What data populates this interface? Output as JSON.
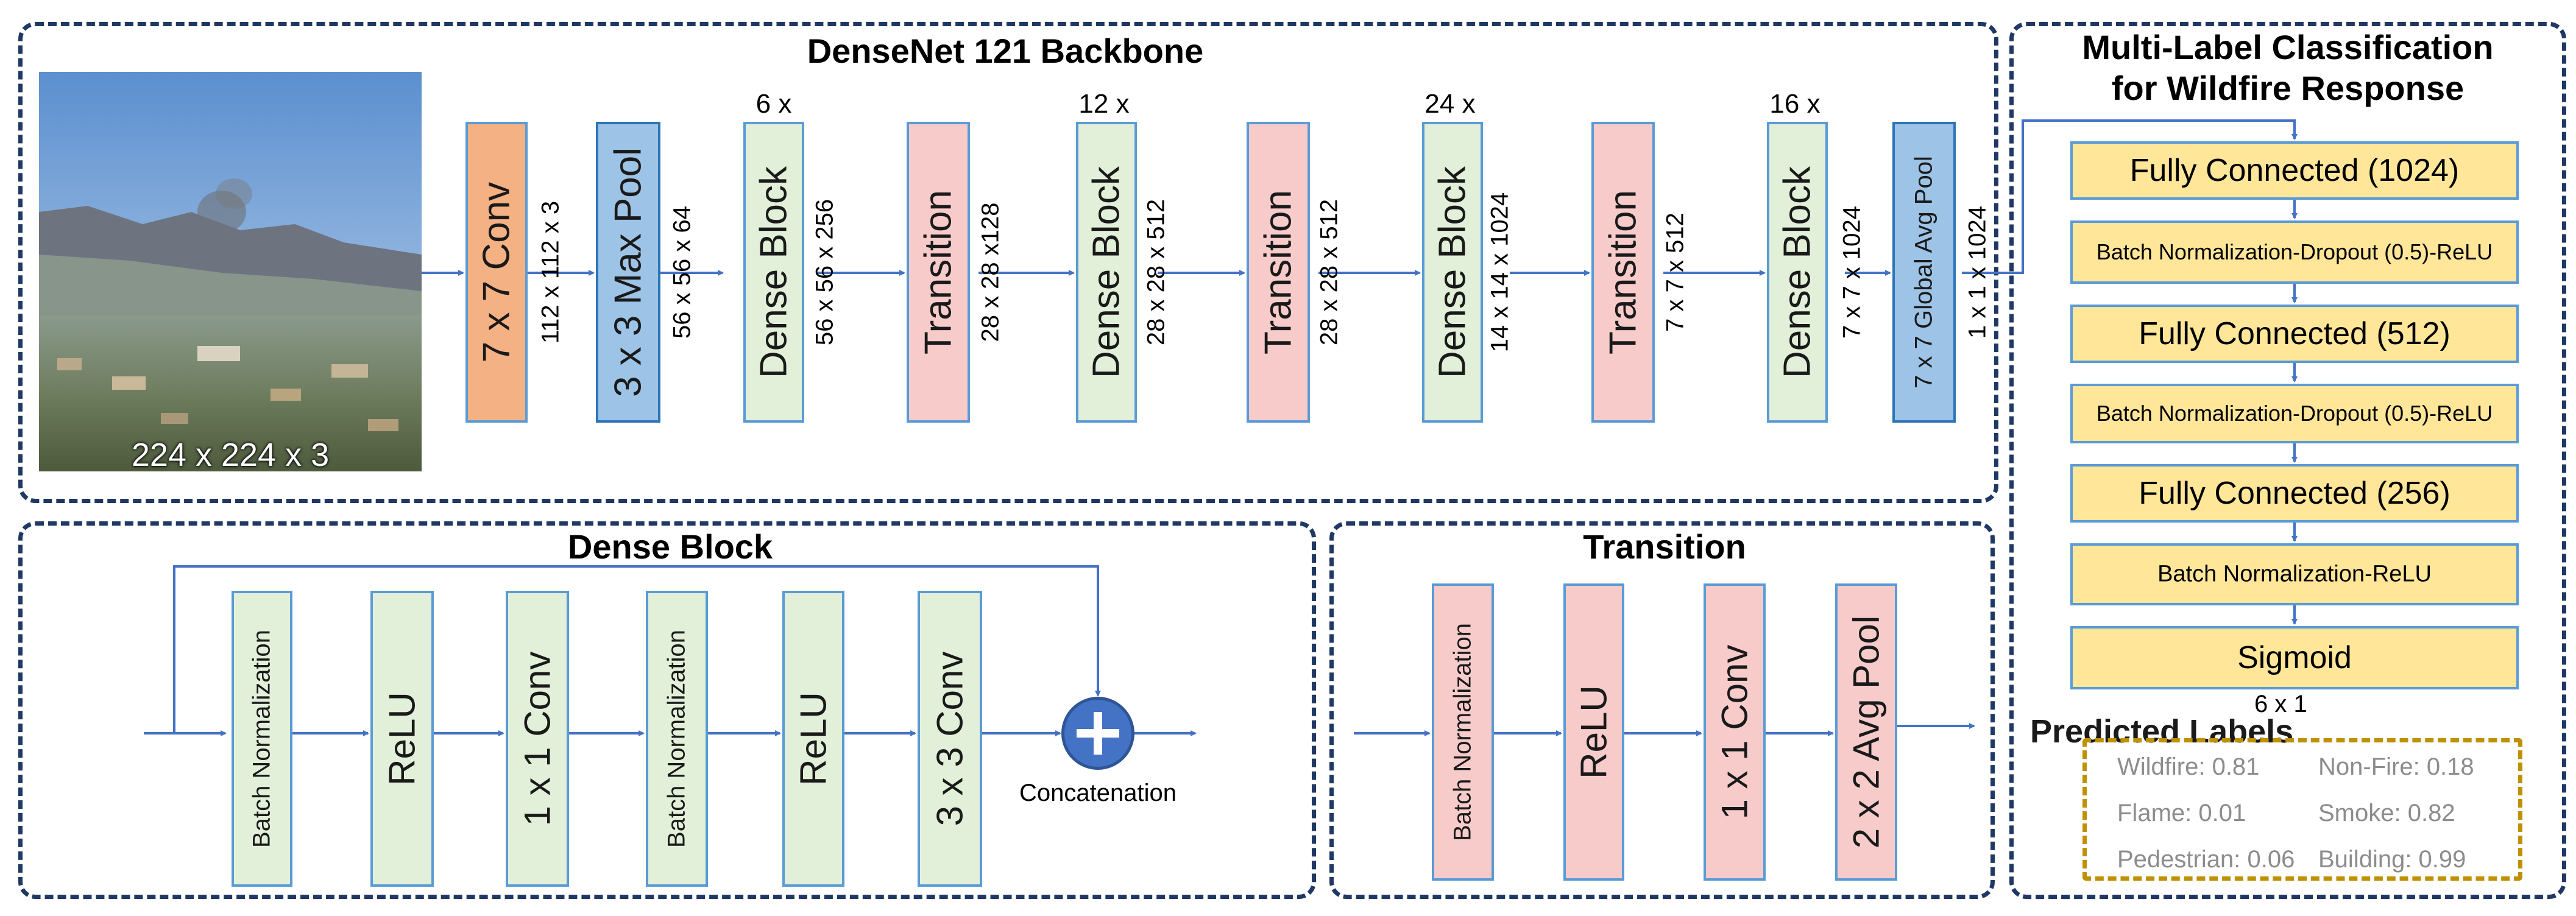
{
  "backbone": {
    "title": "DenseNet 121 Backbone",
    "input_dim": "224 x 224 x 3",
    "blocks": [
      {
        "label": "7 x 7 Conv",
        "dim": "112 x 112 x 3"
      },
      {
        "label": "3 x 3 Max Pool",
        "dim": "56 x 56 x 64"
      },
      {
        "label": "Dense Block",
        "dim": "56 x 56 x 256",
        "mult": "6 x"
      },
      {
        "label": "Transition",
        "dim": "28 x 28 x128"
      },
      {
        "label": "Dense Block",
        "dim": "28 x 28 x 512",
        "mult": "12 x"
      },
      {
        "label": "Transition",
        "dim": "28 x 28 x 512"
      },
      {
        "label": "Dense Block",
        "dim": "14 x 14 x 1024",
        "mult": "24 x"
      },
      {
        "label": "Transition",
        "dim": "7 x 7 x 512"
      },
      {
        "label": "Dense Block",
        "dim": "7 x 7 x 1024",
        "mult": "16 x"
      },
      {
        "label": "7 x 7 Global Avg Pool",
        "dim": "1 x 1 x 1024"
      }
    ]
  },
  "classifier": {
    "title_line1": "Multi-Label Classification",
    "title_line2": "for Wildfire Response",
    "layers": [
      "Fully Connected (1024)",
      "Batch Normalization-Dropout (0.5)-ReLU",
      "Fully Connected (512)",
      "Batch Normalization-Dropout (0.5)-ReLU",
      "Fully Connected (256)",
      "Batch Normalization-ReLU",
      "Sigmoid"
    ],
    "output_dim": "6 x 1",
    "predicted_title": "Predicted Labels",
    "predictions": [
      "Wildfire: 0.81",
      "Non-Fire: 0.18",
      "Flame: 0.01",
      "Smoke: 0.82",
      "Pedestrian: 0.06",
      "Building: 0.99"
    ]
  },
  "dense_block": {
    "title": "Dense Block",
    "layers": [
      "Batch Normalization",
      "ReLU",
      "1 x 1 Conv",
      "Batch Normalization",
      "ReLU",
      "3 x 3 Conv"
    ],
    "concat_label": "Concatenation"
  },
  "transition": {
    "title": "Transition",
    "layers": [
      "Batch Normalization",
      "ReLU",
      "1 x 1 Conv",
      "2 x 2 Avg Pool"
    ]
  },
  "colors": {
    "panel_border": "#1f3864",
    "arrow": "#4472c4",
    "conv": "#f4b183",
    "pool": "#9dc3e6",
    "dense": "#e2f0d9",
    "transition": "#f8cbcb",
    "classifier": "#ffe699",
    "prediction_border": "#bf9000"
  }
}
